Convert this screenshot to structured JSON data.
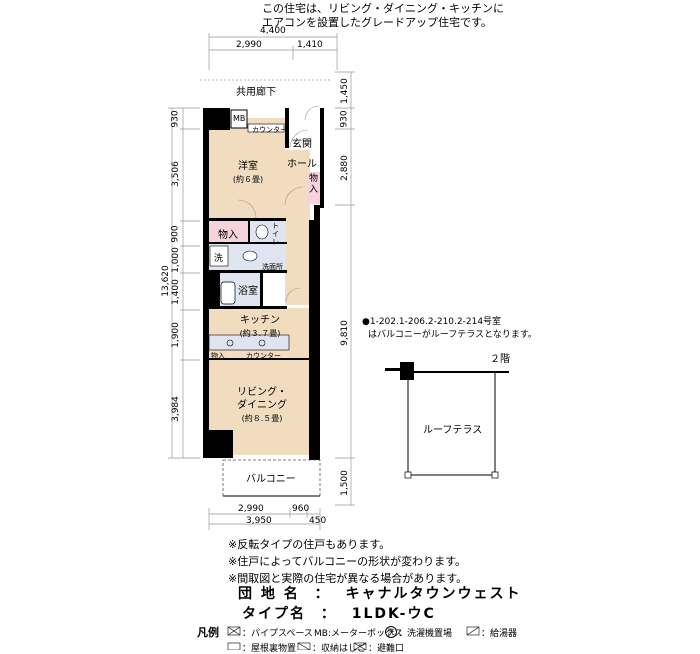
{
  "header_note": {
    "line1": "この住宅は、リビング・ダイニング・キッチンに",
    "line2": "エアコンを設置したグレードアップ住宅です。"
  },
  "dimensions": {
    "top_total": "4,400",
    "top_left": "2,990",
    "top_right": "1,410",
    "bottom_left": "2,990",
    "bottom_mid": "960",
    "bottom_total": "3,950",
    "bottom_small": "450",
    "left_total": "13,620",
    "left_segments": [
      "930",
      "3,506",
      "900",
      "1,000",
      "1,400",
      "1,900",
      "3,984"
    ],
    "right_segments": [
      "1,450",
      "930",
      "2,880",
      "9,810",
      "1,500"
    ]
  },
  "rooms": {
    "corridor": "共用廊下",
    "mb": "MB",
    "counter_top": "カウンター",
    "entrance": "玄関",
    "hall": "ホール",
    "storage_hall": "物入",
    "western_room": "洋室",
    "western_size": "(約６畳)",
    "storage": "物入",
    "toilet": "トイレ",
    "washer": "洗",
    "washroom": "洗面所",
    "bath": "浴室",
    "kitchen": "キッチン",
    "kitchen_size": "(約３.７畳)",
    "storage_small": "物入",
    "counter_kitchen": "カウンター",
    "living": "リビング・",
    "dining": "ダイニング",
    "living_size": "(約８.５畳)",
    "balcony": "バルコニー"
  },
  "inset": {
    "note_line1": "●1-202.1-206.2-210.2-214号室",
    "note_line2": "はバルコニーがルーフテラスとなります。",
    "floor": "２階",
    "roof_terrace": "ルーフテラス"
  },
  "notes": [
    "※反転タイプの住戸もあります。",
    "※住戸によってバルコニーの形状が変わります。",
    "※間取図と実際の住宅が異なる場合があります。"
  ],
  "complex": {
    "label": "団 地 名",
    "sep": "：",
    "value": "キャナルタウンウェスト"
  },
  "type": {
    "label": "タイプ名",
    "sep": "：",
    "value": "1LDK-ウC"
  },
  "legend": {
    "title": "凡例",
    "pipe_space": "：パイプスペース",
    "mb": "MB:メーターボックス",
    "washer": "：洗濯機置場",
    "water_heater": "：給湯器",
    "roof_storage": "：屋根裏物置",
    "ladder": "：収納はしご",
    "escape": "：避難口",
    "washer_symbol": "洗"
  },
  "colors": {
    "room_fill": "#f1dcc0",
    "storage_fill": "#f5d3dc",
    "wet_fill": "#dfe4f1",
    "wall": "#000000",
    "dim_line": "#999999"
  }
}
